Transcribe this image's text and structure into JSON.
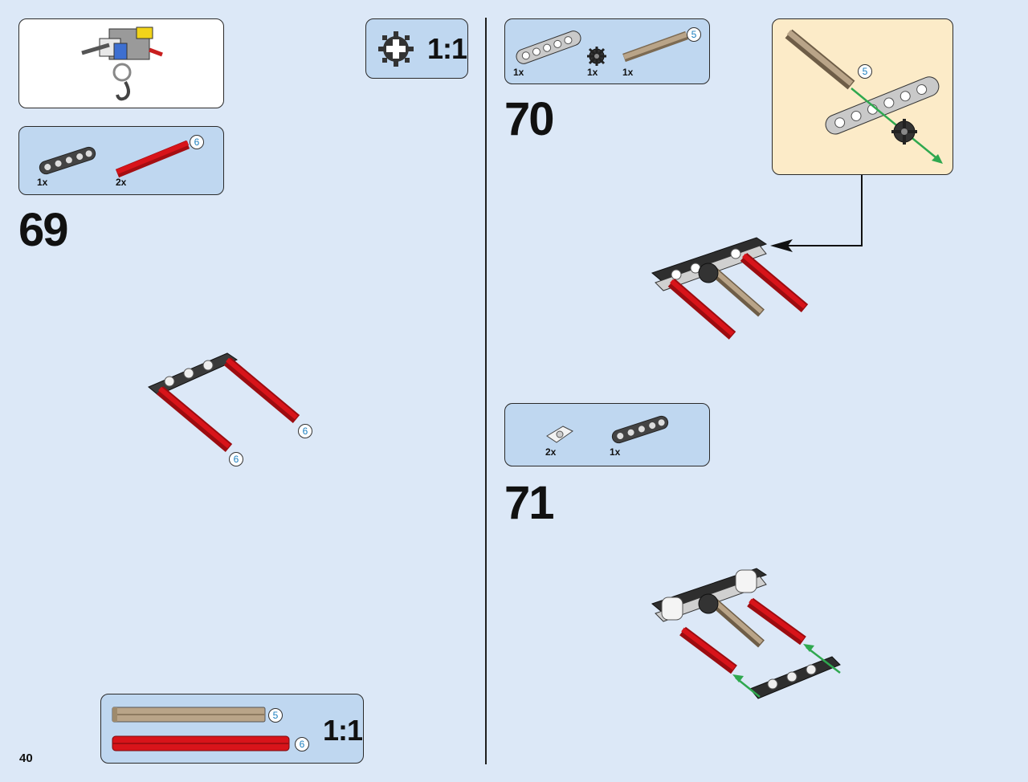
{
  "page": {
    "number": "40"
  },
  "colors": {
    "background": "#dce8f7",
    "callout": "#bfd7f0",
    "subassembly": "#fcebc8",
    "red_axle": "#cc1016",
    "tan_axle": "#b9a488",
    "grey_beam": "#c9c9c9"
  },
  "overview": {
    "icon": "hook-winch-assembly-icon"
  },
  "scale_box_top": {
    "icon": "gear-one-to-one-icon",
    "label": "1:1"
  },
  "step69": {
    "number": "69",
    "parts": [
      {
        "qty": "1x",
        "icon": "liftarm-beam-icon"
      },
      {
        "qty": "2x",
        "icon": "red-axle-icon",
        "length": "6"
      }
    ],
    "callouts": [
      "6",
      "6"
    ]
  },
  "scale_box_bottom": {
    "label": "1:1",
    "items": [
      {
        "icon": "tan-axle-5-icon",
        "length": "5"
      },
      {
        "icon": "red-axle-6-icon",
        "length": "6"
      }
    ]
  },
  "step70": {
    "number": "70",
    "parts": [
      {
        "qty": "1x",
        "icon": "grey-liftarm-icon"
      },
      {
        "qty": "1x",
        "icon": "gear-icon"
      },
      {
        "qty": "1x",
        "icon": "tan-axle-icon",
        "length": "5"
      }
    ],
    "sub_callout": "5"
  },
  "step71": {
    "number": "71",
    "parts": [
      {
        "qty": "2x",
        "icon": "cross-connector-icon"
      },
      {
        "qty": "1x",
        "icon": "liftarm-beam-icon"
      }
    ]
  }
}
